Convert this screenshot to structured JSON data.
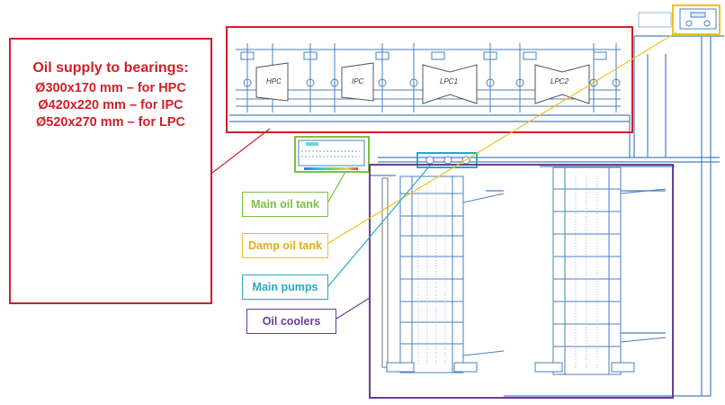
{
  "callout": {
    "title": "Oil supply to bearings:",
    "lines": [
      "Ø300x170 mm – for HPC",
      "Ø420x220 mm – for IPC",
      "Ø520x270 mm – for LPC"
    ]
  },
  "labels": {
    "main_oil_tank": "Main oil tank",
    "damp_oil_tank": "Damp oil tank",
    "main_pumps": "Main pumps",
    "oil_coolers": "Oil coolers"
  },
  "compressors": [
    "HPC",
    "IPC",
    "LPC1",
    "LPC2"
  ],
  "colors": {
    "bearings": "#d01f2a",
    "main_oil_tank": "#7cc042",
    "damp_oil_tank": "#f0c21b",
    "main_pumps": "#2aa8c4",
    "oil_coolers": "#6a3c96",
    "piping": "#4a7fbf"
  }
}
